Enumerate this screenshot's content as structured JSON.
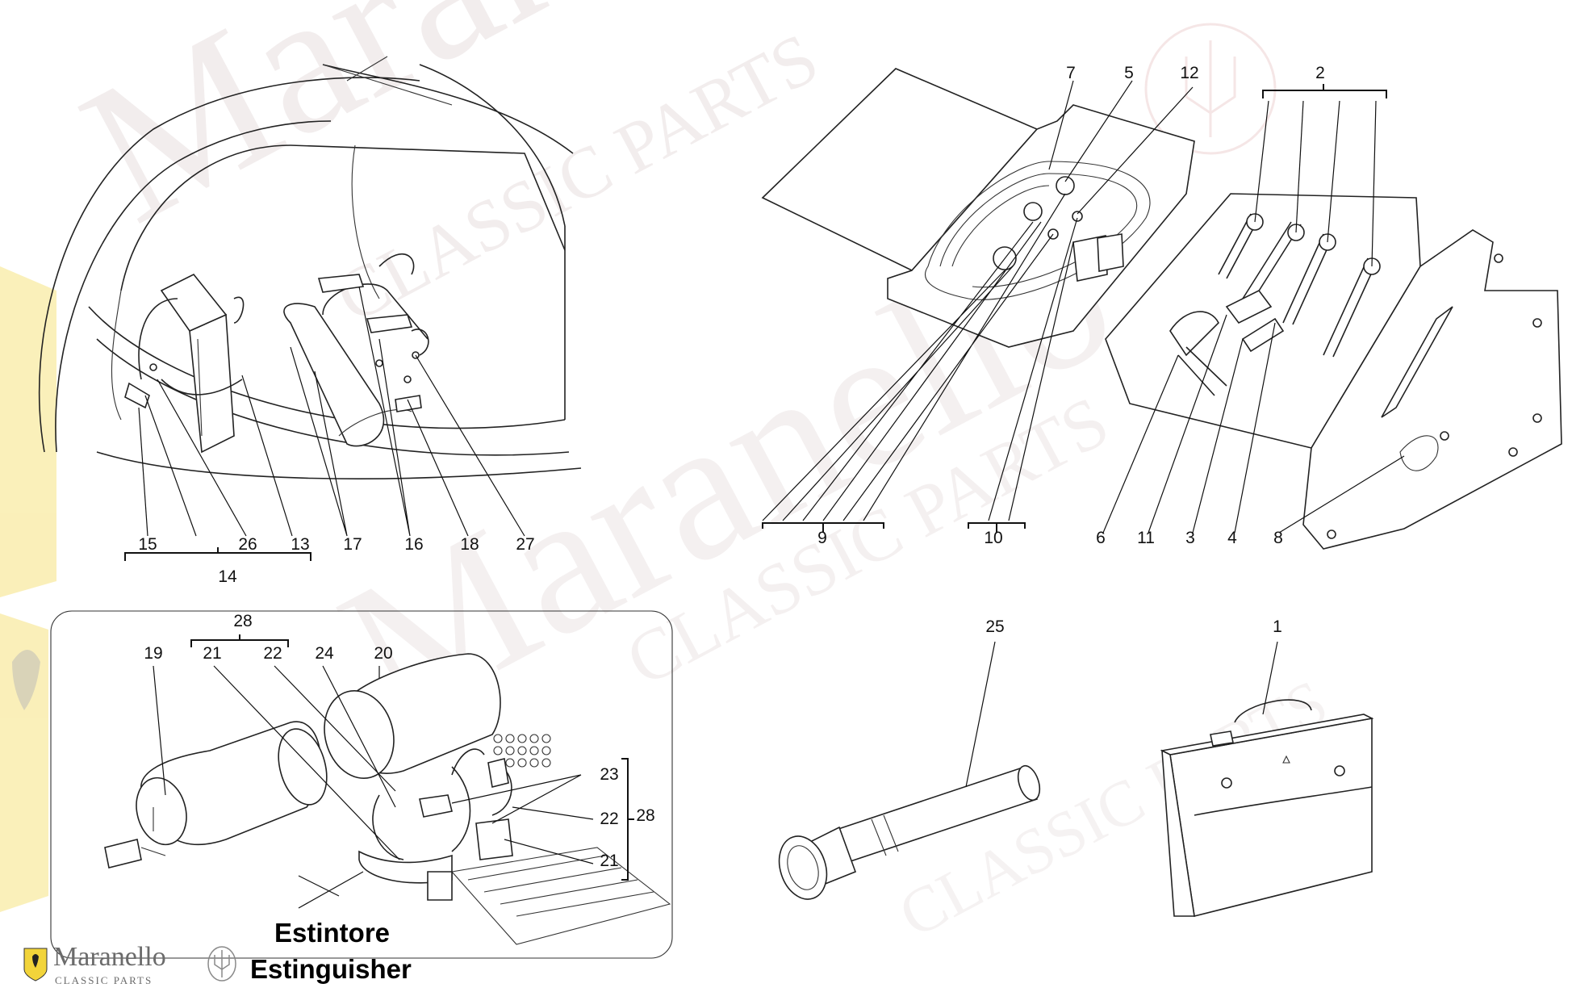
{
  "watermark": {
    "brand": "Maranello",
    "sub": "CLASSIC PARTS"
  },
  "logo": {
    "name": "Maranello",
    "tagline": "CLASSIC PARTS"
  },
  "captions": {
    "italian": "Estintore",
    "english": "Estinguisher"
  },
  "callouts": {
    "c1": "1",
    "c2": "2",
    "c3": "3",
    "c4": "4",
    "c5": "5",
    "c6": "6",
    "c7": "7",
    "c8": "8",
    "c9": "9",
    "c10": "10",
    "c11": "11",
    "c12": "12",
    "c13": "13",
    "c14": "14",
    "c15": "15",
    "c16": "16",
    "c17": "17",
    "c18": "18",
    "c19": "19",
    "c20": "20",
    "c21a": "21",
    "c21b": "21",
    "c22a": "22",
    "c22b": "22",
    "c23": "23",
    "c24": "24",
    "c25": "25",
    "c26": "26",
    "c27": "27",
    "c28a": "28",
    "c28b": "28"
  },
  "colors": {
    "line": "#222222",
    "watermark": "#e8e0e0",
    "logo_gray": "#6b6b6b",
    "ferrari_yellow": "#f2d43a"
  },
  "icons": {
    "ferrari_badge": "ferrari-shield-icon",
    "maserati_badge": "maserati-trident-icon"
  }
}
